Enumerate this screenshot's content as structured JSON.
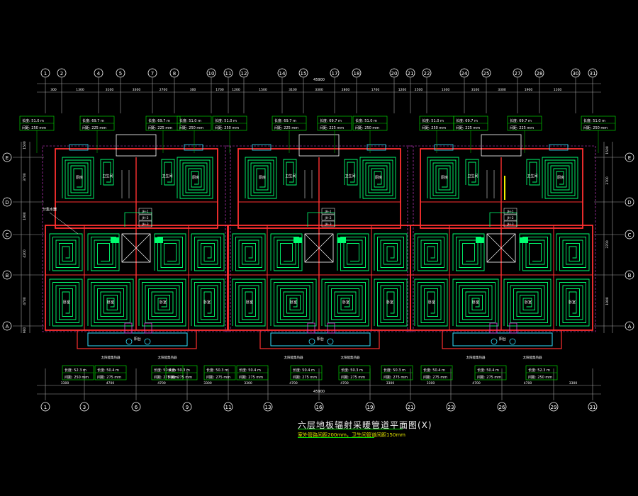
{
  "drawing": {
    "title": "六层地板辐射采暖管道平面图(X)",
    "subtitle": "室外管路间距200mm，卫生间管道间距150mm",
    "overall_dim": "45900",
    "top_axes": [
      "1",
      "2",
      "4",
      "5",
      "7",
      "8",
      "10",
      "11",
      "12",
      "14",
      "15",
      "17",
      "18",
      "20",
      "21",
      "22",
      "24",
      "25",
      "27",
      "28",
      "30",
      "31"
    ],
    "bottom_axes": [
      "1",
      "3",
      "6",
      "9",
      "11",
      "13",
      "16",
      "19",
      "21",
      "23",
      "26",
      "29",
      "31"
    ],
    "row_axes_right": [
      "E",
      "D",
      "C",
      "B",
      "A"
    ],
    "row_axes_left": [
      "E",
      "D",
      "C",
      "B",
      "A"
    ],
    "top_dims": [
      "300",
      "1300",
      "3100",
      "3300",
      "2700",
      "300",
      "1700",
      "1200",
      "1500",
      "3100",
      "3300",
      "2800",
      "1700",
      "1200",
      "2500",
      "1300",
      "3100",
      "3300",
      "1900",
      "1100"
    ],
    "bottom_dims": [
      "3300",
      "4700",
      "4700",
      "3300",
      "3300",
      "4700",
      "4700",
      "3300",
      "3300",
      "4700",
      "4700",
      "3300"
    ],
    "side_dims_left": [
      "1500",
      "3700",
      "1900",
      "4200",
      "4700",
      "900"
    ],
    "side_dims_right": [
      "1500",
      "3700",
      "3700",
      "1900"
    ],
    "top_loop_tags": [
      {
        "len": "长度: 51.0 m",
        "gap": "间距: 250 mm"
      },
      {
        "len": "长度: 69.7 m",
        "gap": "间距: 225 mm"
      },
      {
        "len": "长度: 69.7 m",
        "gap": "间距: 225 mm"
      },
      {
        "len": "长度: 51.0 m",
        "gap": "间距: 250 mm"
      },
      {
        "len": "长度: 51.0 m",
        "gap": "间距: 250 mm"
      },
      {
        "len": "长度: 69.7 m",
        "gap": "间距: 225 mm"
      },
      {
        "len": "长度: 69.7 m",
        "gap": "间距: 225 mm"
      },
      {
        "len": "长度: 51.0 m",
        "gap": "间距: 250 mm"
      },
      {
        "len": "长度: 51.0 m",
        "gap": "间距: 250 mm"
      },
      {
        "len": "长度: 69.7 m",
        "gap": "间距: 225 mm"
      },
      {
        "len": "长度: 69.7 m",
        "gap": "间距: 225 mm"
      },
      {
        "len": "长度: 51.0 m",
        "gap": "间距: 250 mm"
      }
    ],
    "bottom_loop_tags": [
      {
        "len": "长度: 52.3 m",
        "gap": "间距: 250 mm"
      },
      {
        "len": "长度: 50.4 m",
        "gap": "间距: 275 mm"
      },
      {
        "len": "长度: 50.4 m",
        "gap": "间距: 275 mm"
      },
      {
        "len": "长度: 50.3 m",
        "gap": "间距: 275 mm"
      },
      {
        "len": "长度: 50.3 m",
        "gap": "间距: 275 mm"
      },
      {
        "len": "长度: 50.4 m",
        "gap": "间距: 275 mm"
      },
      {
        "len": "长度: 50.4 m",
        "gap": "间距: 275 mm"
      },
      {
        "len": "长度: 50.3 m",
        "gap": "间距: 275 mm"
      },
      {
        "len": "长度: 50.3 m",
        "gap": "间距: 275 mm"
      },
      {
        "len": "长度: 50.4 m",
        "gap": "间距: 275 mm"
      },
      {
        "len": "长度: 50.4 m",
        "gap": "间距: 275 mm"
      },
      {
        "len": "长度: 52.3 m",
        "gap": "间距: 250 mm"
      }
    ],
    "room_labels_upper": [
      "厨房",
      "卫生间",
      "卫生间",
      "厨房"
    ],
    "room_labels_lower": [
      "卧室",
      "卧室",
      "卧室",
      "卧室"
    ],
    "balcony_label": "阳台",
    "balcony_notes": [
      "太阳能集热器",
      "太阳能集热器"
    ],
    "manifold_tags": [
      "JH-1",
      "JH-2",
      "JH-3"
    ],
    "callout": "分集水器",
    "colors": {
      "grid": "#a0a0a0",
      "wall": "#ff3030",
      "pipe": "#00ff70",
      "dim": "#ffffff",
      "tag": "#00d000",
      "cyan": "#30e0ff",
      "magenta": "#e040e0",
      "yellow": "#f0f000"
    }
  }
}
